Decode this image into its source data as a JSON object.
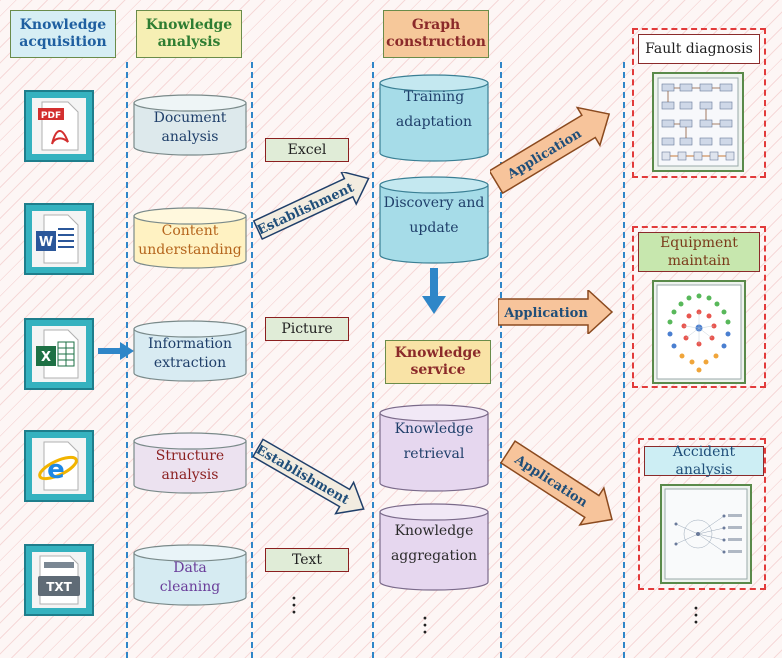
{
  "headers": {
    "acquisition": "Knowledge acquisition",
    "analysis": "Knowledge analysis",
    "construction": "Graph construction",
    "service": "Knowledge service"
  },
  "icons": [
    {
      "name": "pdf-file-icon",
      "badge": "PDF"
    },
    {
      "name": "word-file-icon",
      "badge": "W"
    },
    {
      "name": "excel-file-icon",
      "badge": "X"
    },
    {
      "name": "ie-browser-icon",
      "badge": "e"
    },
    {
      "name": "txt-file-icon",
      "badge": "TXT"
    }
  ],
  "analysis_cylinders": [
    {
      "line1": "Document",
      "line2": "analysis"
    },
    {
      "line1": "Content",
      "line2": "understanding"
    },
    {
      "line1": "Information",
      "line2": "extraction"
    },
    {
      "line1": "Structure",
      "line2": "analysis"
    },
    {
      "line1": "Data",
      "line2": "cleaning"
    }
  ],
  "data_types": [
    "Excel",
    "Picture",
    "Text"
  ],
  "arrow_labels": {
    "establishment_1": "Establishment",
    "establishment_2": "Establishment",
    "application_1": "Application",
    "application_2": "Application",
    "application_3": "Application"
  },
  "construction_cylinders": [
    {
      "line1": "Training",
      "line2": "adaptation"
    },
    {
      "line1": "Discovery and",
      "line2": "update"
    }
  ],
  "service_cylinders": [
    {
      "line1": "Knowledge",
      "line2": "retrieval"
    },
    {
      "line1": "Knowledge",
      "line2": "aggregation"
    }
  ],
  "applications": {
    "fault": "Fault diagnosis",
    "equipment": "Equipment maintain",
    "accident": "Accident analysis"
  },
  "colors": {
    "header_acquisition": "#d6eef4",
    "header_analysis": "#f6efb4",
    "header_construction": "#f6c89a",
    "header_service": "#f9e3a6",
    "analysis_cylinder": "#dde9ec",
    "content_cylinder": "#fff2c2",
    "info_cylinder": "#d8ebf2",
    "structure_cylinder": "#ece2f0",
    "data_cylinder": "#d6ebf2",
    "construction_cylinder": "#a6dce8",
    "service_cylinder": "#e6d7ef",
    "establishment_arrow": "#f2ece0",
    "application_arrow": "#f7c49b",
    "app_title_fault": "#ffffff",
    "app_title_equipment": "#c7e7ae",
    "app_title_accident": "#cdeef4"
  }
}
